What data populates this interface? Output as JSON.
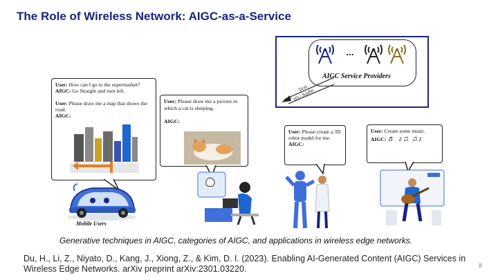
{
  "slide": {
    "title": "The Role of Wireless Network: AIGC-as-a-Service",
    "page_number": "8"
  },
  "providers": {
    "label": "AIGC Service Providers",
    "ellipsis": "...",
    "arrow_label_top": "Text",
    "arrow_label_bottom": "3D / Audio",
    "tower_colors": [
      "#1a237e",
      "#222222",
      "#8d6e1f"
    ]
  },
  "bubbles": {
    "nav": {
      "user1_label": "User:",
      "user1_text": "How can I go to the supermarket?",
      "aigc1_label": "AIGC:",
      "aigc1_text": "Go Straight and turn left.",
      "user2_label": "User:",
      "user2_text": "Please draw me a map that shows the road.",
      "aigc2_label": "AIGC:"
    },
    "picture": {
      "user_label": "User:",
      "user_text": "Please draw me a picture in which a cat is sleeping.",
      "aigc_label": "AIGC:"
    },
    "robot": {
      "user_label": "User:",
      "user_text": "Please create a 3D robot model for me.",
      "aigc_label": "AIGC:"
    },
    "music": {
      "user_label": "User:",
      "user_text": "Create some music.",
      "aigc_label": "AIGC:",
      "notes": "♬ ♪♫ ♫♪"
    }
  },
  "mobile_users_label": "Mobile Users",
  "caption": "Generative techniques in AIGC, categories of AIGC, and applications in wireless edge networks.",
  "citation": "Du, H., Li, Z., Niyato, D., Kang, J., Xiong, Z., & Kim, D. I. (2023). Enabling AI-Generated Content (AIGC) Services in Wireless Edge Networks. arXiv preprint arXiv:2301.03220."
}
